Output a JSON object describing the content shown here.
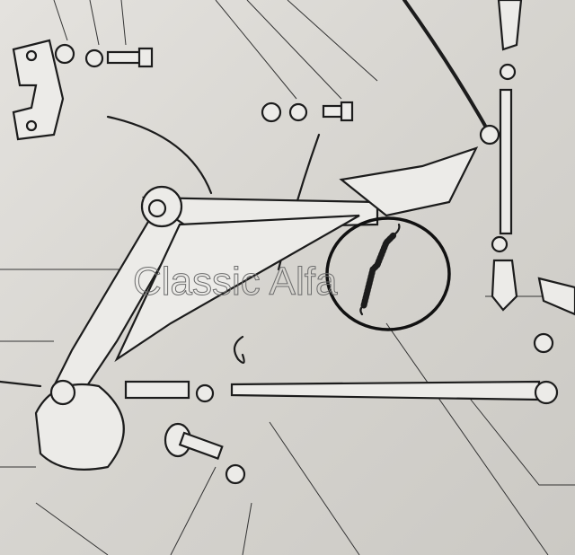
{
  "watermark": {
    "text": "Classic Alfa",
    "color": "#6c6c6c"
  },
  "highlight": {
    "shape": "circle",
    "color": "#111111",
    "part": "spring"
  }
}
